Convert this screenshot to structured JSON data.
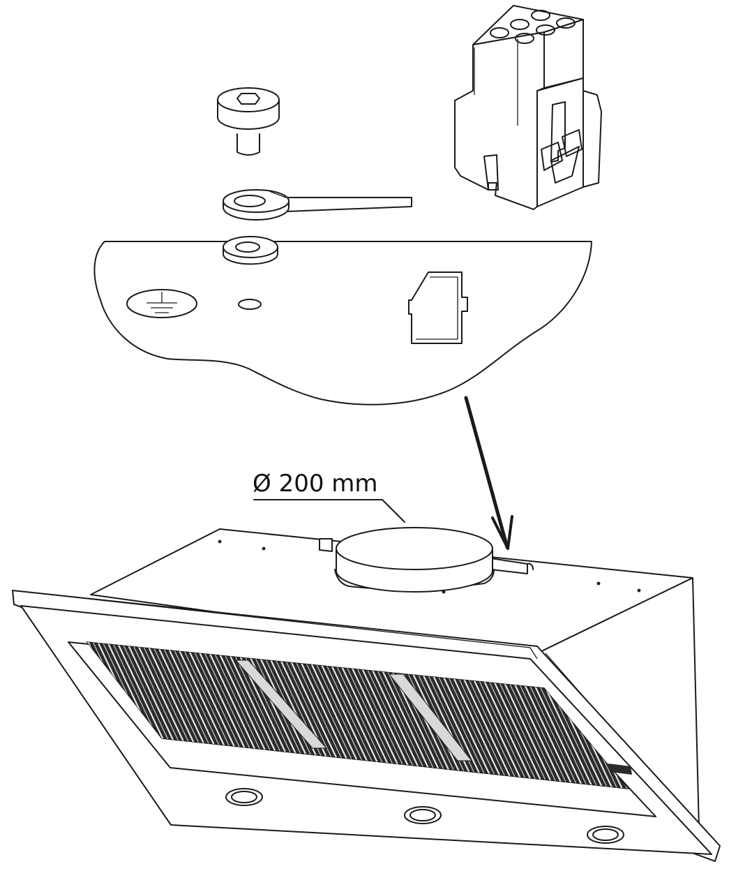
{
  "diagram": {
    "dimension_label": "Ø 200 mm",
    "colors": {
      "line": "#1a1a1a",
      "background": "#ffffff",
      "filter_dark": "#2b2b2b"
    },
    "components": [
      "mounting-screw",
      "ring-terminal-wire",
      "washer",
      "connector-plug",
      "mounting-panel",
      "cooker-hood"
    ]
  }
}
